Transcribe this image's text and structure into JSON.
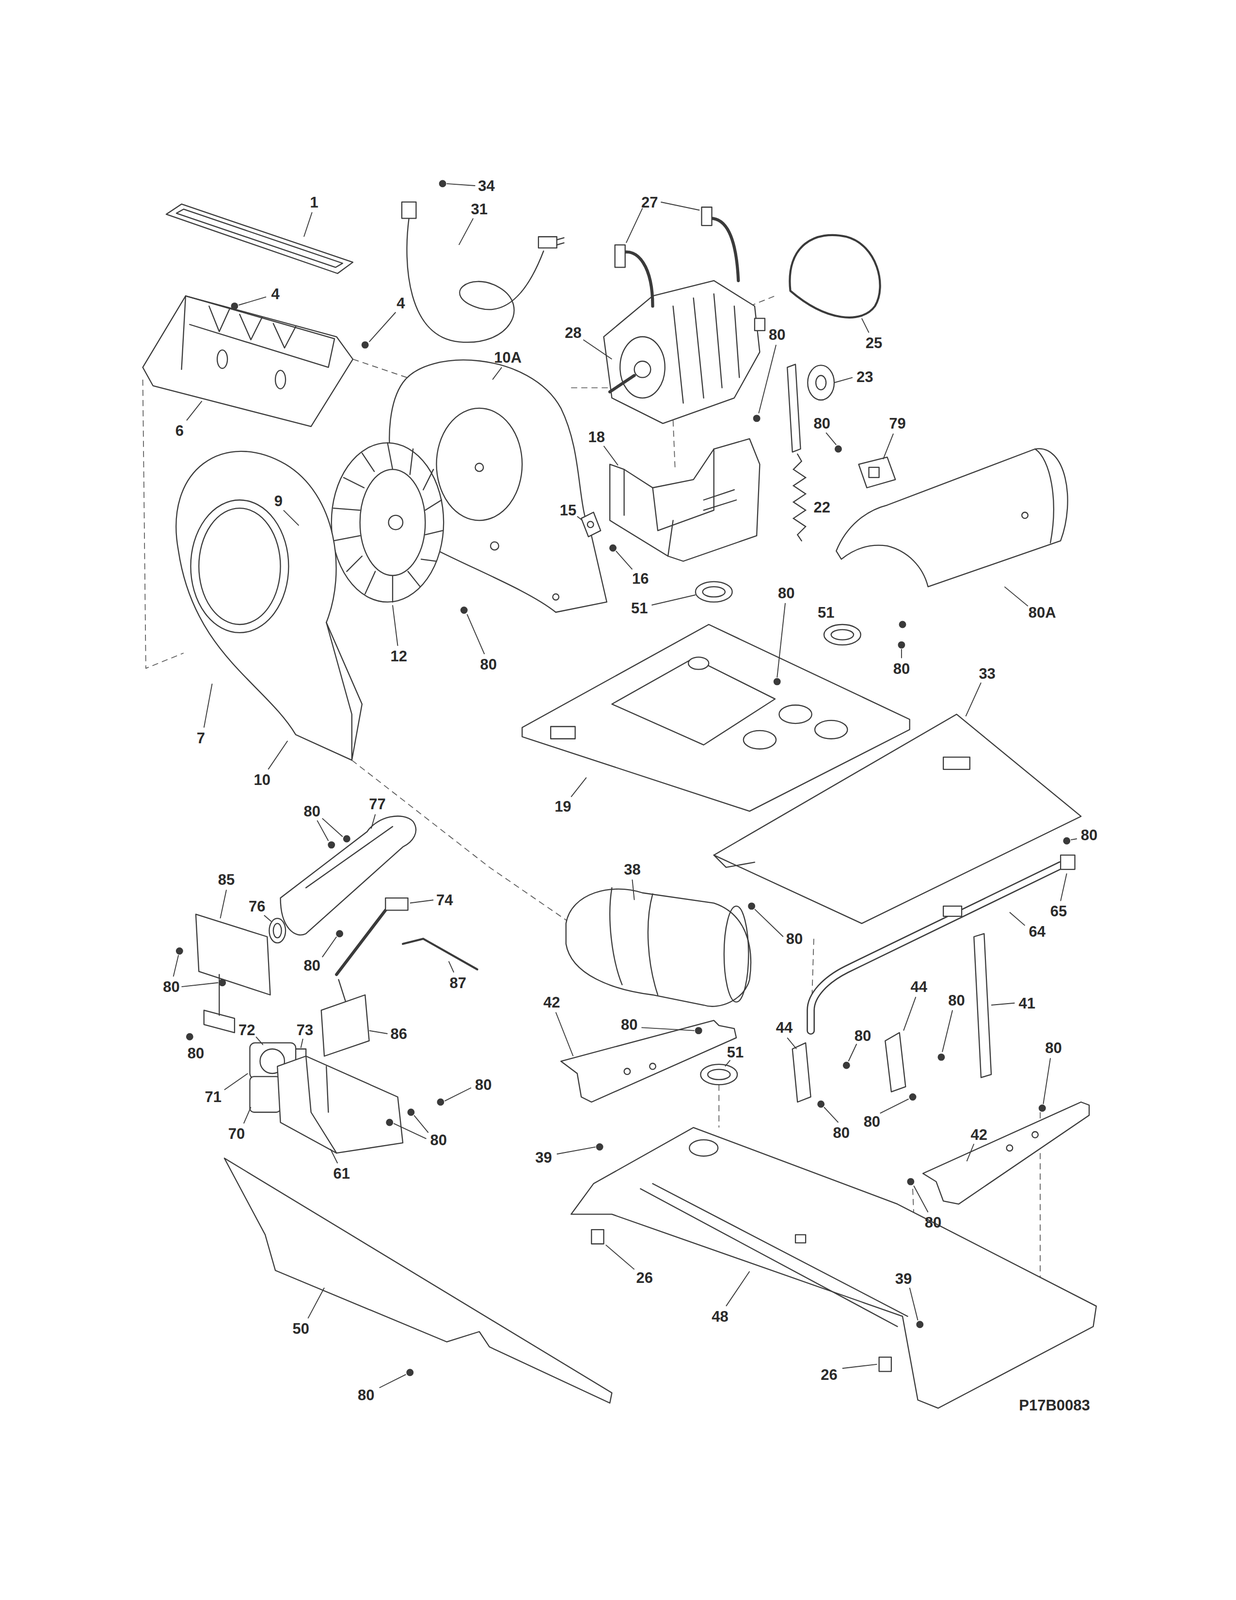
{
  "diagram": {
    "labels": [
      "34",
      "27",
      "1",
      "31",
      "4",
      "4",
      "28",
      "80",
      "25",
      "10A",
      "23",
      "80",
      "79",
      "6",
      "18",
      "9",
      "22",
      "15",
      "16",
      "80",
      "51",
      "51",
      "80A",
      "12",
      "80",
      "80",
      "33",
      "7",
      "10",
      "77",
      "19",
      "80",
      "80",
      "38",
      "85",
      "74",
      "76",
      "65",
      "64",
      "80",
      "80",
      "87",
      "44",
      "80",
      "42",
      "80",
      "41",
      "80",
      "44",
      "72",
      "73",
      "86",
      "80",
      "80",
      "51",
      "80",
      "80",
      "71",
      "80",
      "80",
      "70",
      "42",
      "80",
      "39",
      "61",
      "80",
      "26",
      "39",
      "48",
      "50",
      "26",
      "80",
      "P17B0083"
    ]
  }
}
